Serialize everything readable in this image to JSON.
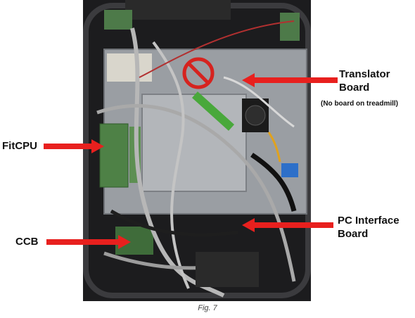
{
  "labels": {
    "translator_line1": "Translator",
    "translator_line2": "Board",
    "translator_note": "(No board on treadmill)",
    "fitcpu": "FitCPU",
    "ccb": "CCB",
    "pc_interface_line1": "PC Interface",
    "pc_interface_line2": "Board"
  },
  "caption": "Fig. 7",
  "colors": {
    "arrow": "#e8201e",
    "no_symbol": "#d6231f"
  }
}
